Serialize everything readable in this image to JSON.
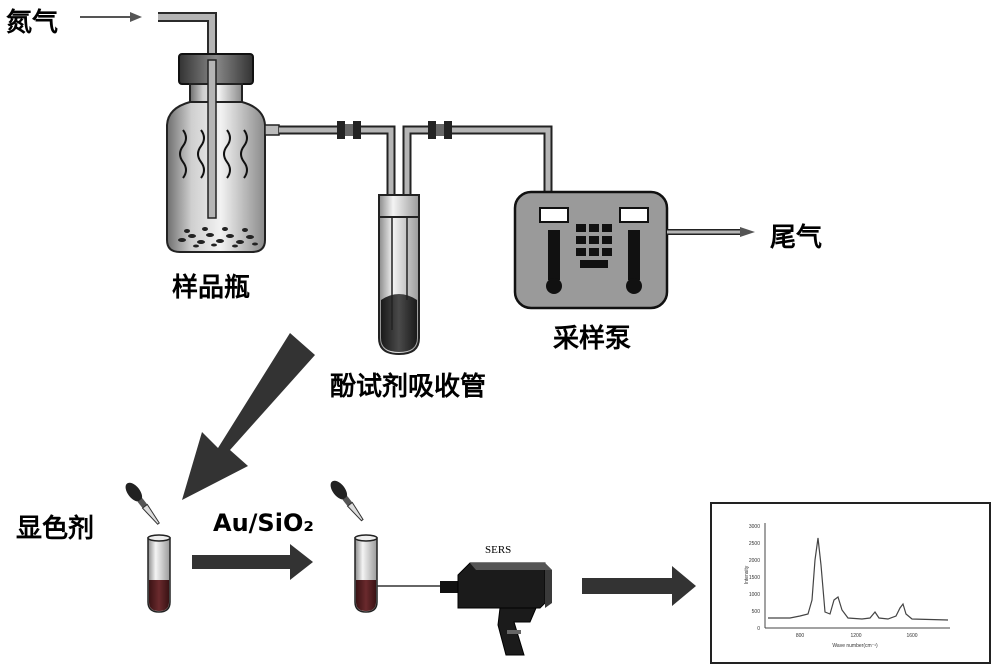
{
  "labels": {
    "nitrogen": "氮气",
    "sample_bottle": "样品瓶",
    "absorption_tube": "酚试剂吸收管",
    "sampling_pump": "采样泵",
    "exhaust": "尾气",
    "color_reagent": "显色剂",
    "substrate": "Au/SiO₂",
    "sers": "SERS"
  },
  "spectrum": {
    "ylabel": "Intensity",
    "xlabel": "Wave number(cm⁻¹)",
    "yticks": [
      "3000",
      "2500",
      "2000",
      "1500",
      "1000",
      "500",
      "0"
    ],
    "xticks": [
      "800",
      "1200",
      "1600"
    ]
  },
  "colors": {
    "gray": "#a3a3a3",
    "dark": "#2b2b2b",
    "arrow": "#333333",
    "liquid": "#5a1f22"
  }
}
